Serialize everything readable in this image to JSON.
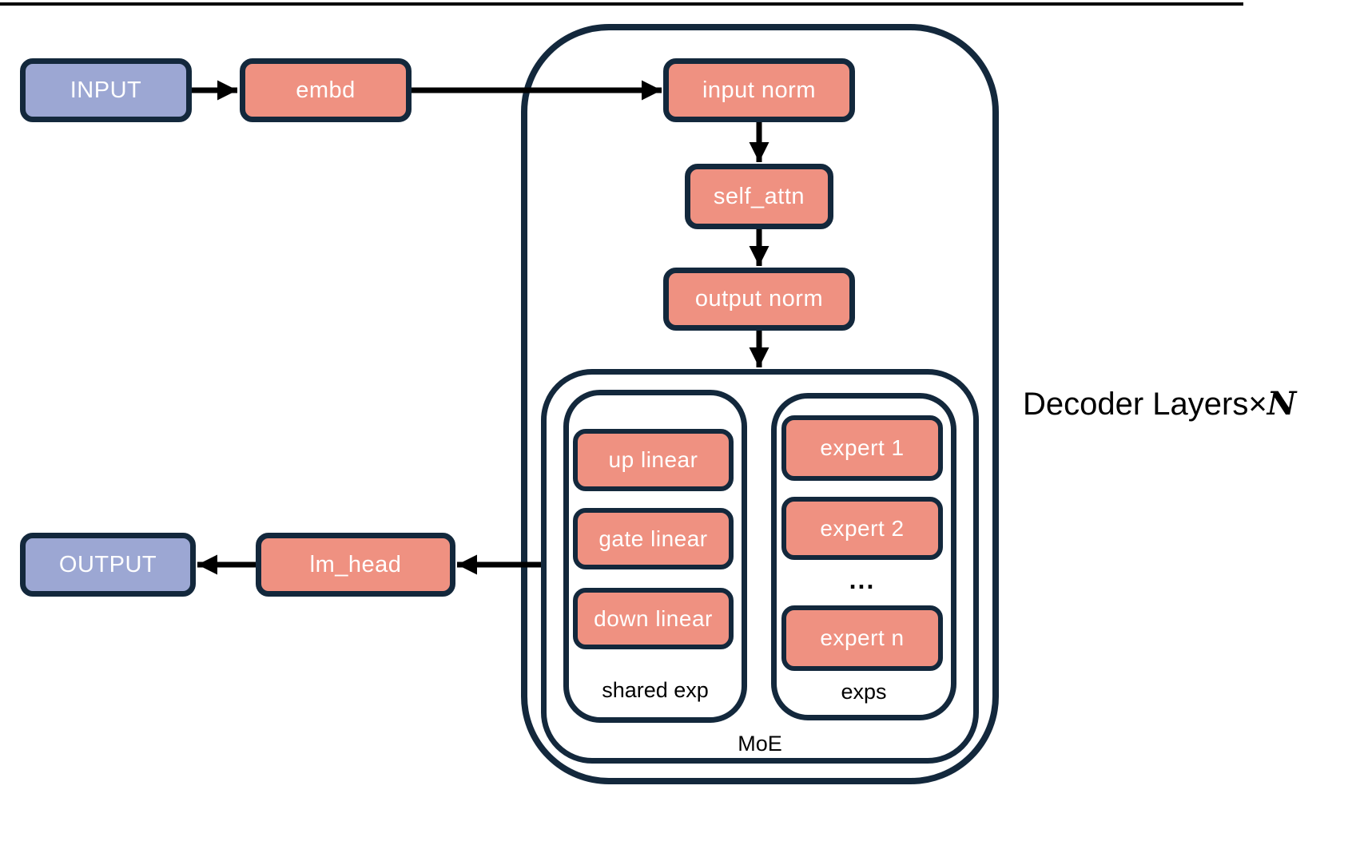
{
  "colors": {
    "salmon": "#EF9181",
    "purple": "#9CA7D3",
    "border": "#13283C",
    "arrow": "#000000",
    "text_light": "#FFFFFF",
    "text_dark": "#000000"
  },
  "nodes": {
    "input": "INPUT",
    "embd": "embd",
    "input_norm": "input norm",
    "self_attn": "self_attn",
    "output_norm": "output norm",
    "lm_head": "lm_head",
    "output": "OUTPUT"
  },
  "decoder": {
    "title": "Decoder Layers",
    "times": "×",
    "n": "N"
  },
  "moe": {
    "label": "MoE",
    "shared_exp": {
      "label": "shared exp",
      "items": [
        "up linear",
        "gate linear",
        "down linear"
      ]
    },
    "exps": {
      "label": "exps",
      "ellipsis": "...",
      "items": [
        "expert 1",
        "expert 2",
        "expert n"
      ]
    }
  }
}
